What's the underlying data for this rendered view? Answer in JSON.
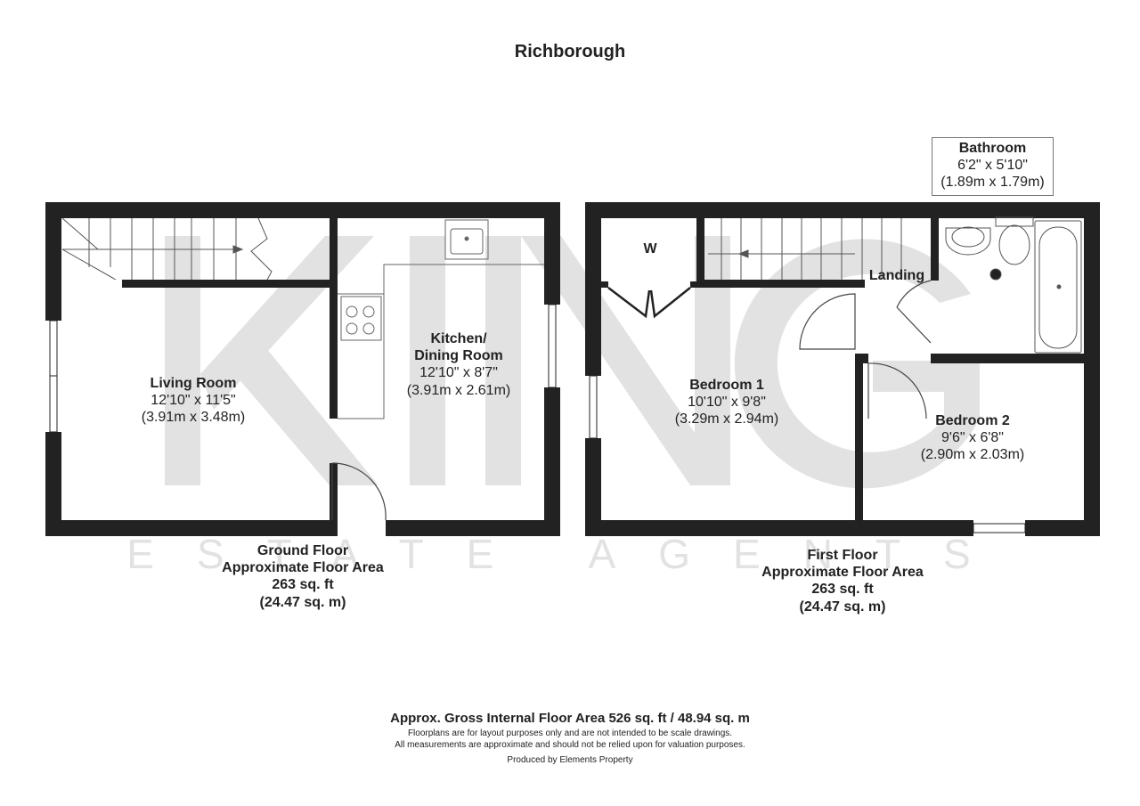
{
  "title": "Richborough",
  "watermark": {
    "brand": "KING",
    "subtitle": "ESTATE AGENTS"
  },
  "ground_floor": {
    "rooms": [
      {
        "name": "Living Room",
        "imperial": "12'10\" x 11'5\"",
        "metric": "(3.91m x 3.48m)"
      },
      {
        "name_line1": "Kitchen/",
        "name_line2": "Dining Room",
        "imperial": "12'10\" x 8'7\"",
        "metric": "(3.91m x 2.61m)"
      }
    ],
    "label": {
      "line1": "Ground Floor",
      "line2": "Approximate Floor Area",
      "line3": "263 sq. ft",
      "line4": "(24.47 sq. m)"
    }
  },
  "first_floor": {
    "rooms": [
      {
        "name": "W"
      },
      {
        "name": "Landing"
      },
      {
        "name": "Bedroom 1",
        "imperial": "10'10\" x 9'8\"",
        "metric": "(3.29m x 2.94m)"
      },
      {
        "name": "Bedroom 2",
        "imperial": "9'6\" x 6'8\"",
        "metric": "(2.90m x 2.03m)"
      },
      {
        "name": "Bathroom",
        "imperial": "6'2\" x 5'10\"",
        "metric": "(1.89m x 1.79m)"
      }
    ],
    "label": {
      "line1": "First Floor",
      "line2": "Approximate Floor Area",
      "line3": "263 sq. ft",
      "line4": "(24.47 sq. m)"
    }
  },
  "footer": {
    "gross_area": "Approx. Gross Internal Floor Area 526 sq. ft / 48.94 sq. m",
    "disclaimer1": "Floorplans are for layout purposes only and are not intended to be scale drawings.",
    "disclaimer2": "All measurements are approximate and should not be relied upon for valuation purposes.",
    "credit": "Produced by Elements Property"
  },
  "colors": {
    "wall": "#222222",
    "watermark": "#e2e2e2",
    "fixture": "#444444"
  }
}
